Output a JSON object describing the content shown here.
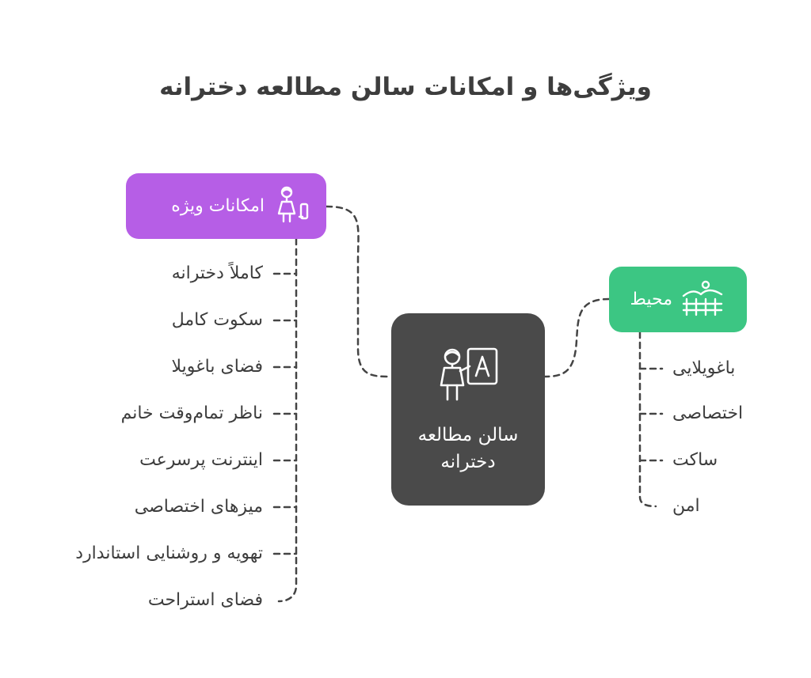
{
  "title": "ویژگی‌ها و امکانات سالن مطالعه دخترانه",
  "center": {
    "label": "سالن مطالعه\nدخترانه",
    "icon": "student-board-icon"
  },
  "left": {
    "label": "امکانات ویژه",
    "icon": "woman-phone-icon",
    "color": "#b65ee6",
    "items": [
      "کاملاً دخترانه",
      "سکوت کامل",
      "فضای باغویلا",
      "ناظر تمام‌وقت خانم",
      "اینترنت پرسرعت",
      "میزهای اختصاصی",
      "تهویه و روشنایی استاندارد",
      "فضای استراحت"
    ]
  },
  "right": {
    "label": "محیط",
    "icon": "garden-fence-icon",
    "color": "#3cc683",
    "items": [
      "باغویلایی",
      "اختصاصی",
      "ساکت",
      "امن"
    ]
  },
  "center_color": "#4a4a4a"
}
